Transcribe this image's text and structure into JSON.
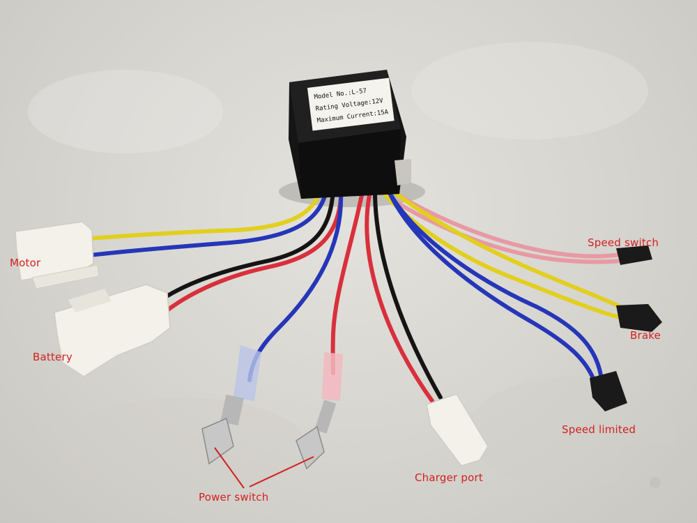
{
  "controller": {
    "label_lines": [
      "Model No.:L-57",
      "Rating Voltage:12V",
      "Maximum Current:15A"
    ]
  },
  "callouts": {
    "motor": "Motor",
    "battery": "Battery",
    "power_switch": "Power switch",
    "charger_port": "Charger port",
    "speed_switch": "Speed switch",
    "brake": "Brake",
    "speed_limited": "Speed limited"
  },
  "colors": {
    "annotation": "#d21f1f",
    "controller_body": "#151515",
    "wire_yellow": "#e2cf1e",
    "wire_blue": "#2536b8",
    "wire_red": "#d8303c",
    "wire_black": "#141414",
    "wire_pink": "#e79aa4",
    "connector_white": "#f3f1ea"
  }
}
